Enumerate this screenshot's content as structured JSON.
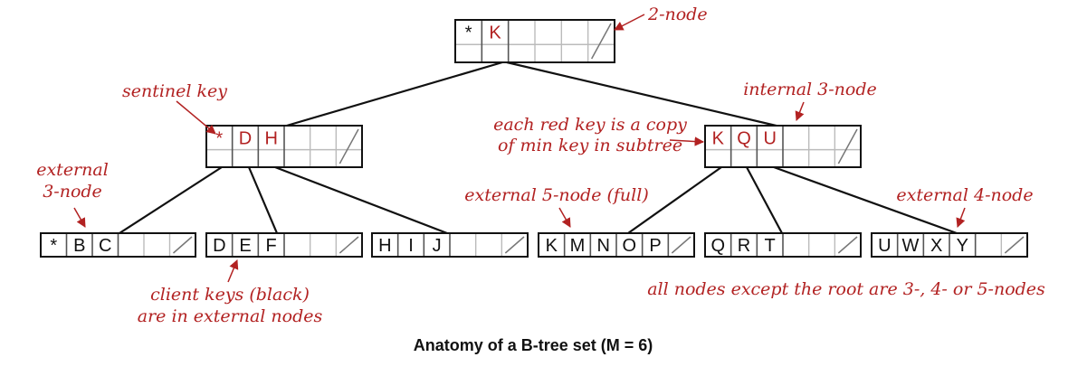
{
  "colors": {
    "red_key": "#b22222",
    "black_key": "#111111",
    "annotation": "#b22222",
    "line": "#111111",
    "grid": "#bbbbbb"
  },
  "caption": "Anatomy of a B-tree set (M = 6)",
  "nodes": [
    {
      "id": "root",
      "keys": [
        {
          "t": "*",
          "red": false
        },
        {
          "t": "K",
          "red": true
        }
      ]
    },
    {
      "id": "left",
      "keys": [
        {
          "t": "*",
          "red": true
        },
        {
          "t": "D",
          "red": true
        },
        {
          "t": "H",
          "red": true
        }
      ]
    },
    {
      "id": "right",
      "keys": [
        {
          "t": "K",
          "red": true
        },
        {
          "t": "Q",
          "red": true
        },
        {
          "t": "U",
          "red": true
        }
      ]
    },
    {
      "id": "leaf1",
      "keys": [
        {
          "t": "*",
          "red": false
        },
        {
          "t": "B",
          "red": false
        },
        {
          "t": "C",
          "red": false
        }
      ]
    },
    {
      "id": "leaf2",
      "keys": [
        {
          "t": "D",
          "red": false
        },
        {
          "t": "E",
          "red": false
        },
        {
          "t": "F",
          "red": false
        }
      ]
    },
    {
      "id": "leaf3",
      "keys": [
        {
          "t": "H",
          "red": false
        },
        {
          "t": "I",
          "red": false
        },
        {
          "t": "J",
          "red": false
        }
      ]
    },
    {
      "id": "leaf4",
      "keys": [
        {
          "t": "K",
          "red": false
        },
        {
          "t": "M",
          "red": false
        },
        {
          "t": "N",
          "red": false
        },
        {
          "t": "O",
          "red": false
        },
        {
          "t": "P",
          "red": false
        }
      ]
    },
    {
      "id": "leaf5",
      "keys": [
        {
          "t": "Q",
          "red": false
        },
        {
          "t": "R",
          "red": false
        },
        {
          "t": "T",
          "red": false
        }
      ]
    },
    {
      "id": "leaf6",
      "keys": [
        {
          "t": "U",
          "red": false
        },
        {
          "t": "W",
          "red": false
        },
        {
          "t": "X",
          "red": false
        },
        {
          "t": "Y",
          "red": false
        }
      ]
    }
  ],
  "annotations": {
    "two_node": "2-node",
    "sentinel_key": "sentinel key",
    "internal_3_node": "internal 3-node",
    "red_key_line1": "each red key is a copy",
    "red_key_line2": "of min key in subtree",
    "external_3_node_line1": "external",
    "external_3_node_line2": "3-node",
    "external_5_node": "external 5-node (full)",
    "external_4_node": "external 4-node",
    "client_keys_line1": "client keys (black)",
    "client_keys_line2": "are in external nodes",
    "all_nodes": "all nodes except the root are 3-, 4- or 5-nodes"
  }
}
